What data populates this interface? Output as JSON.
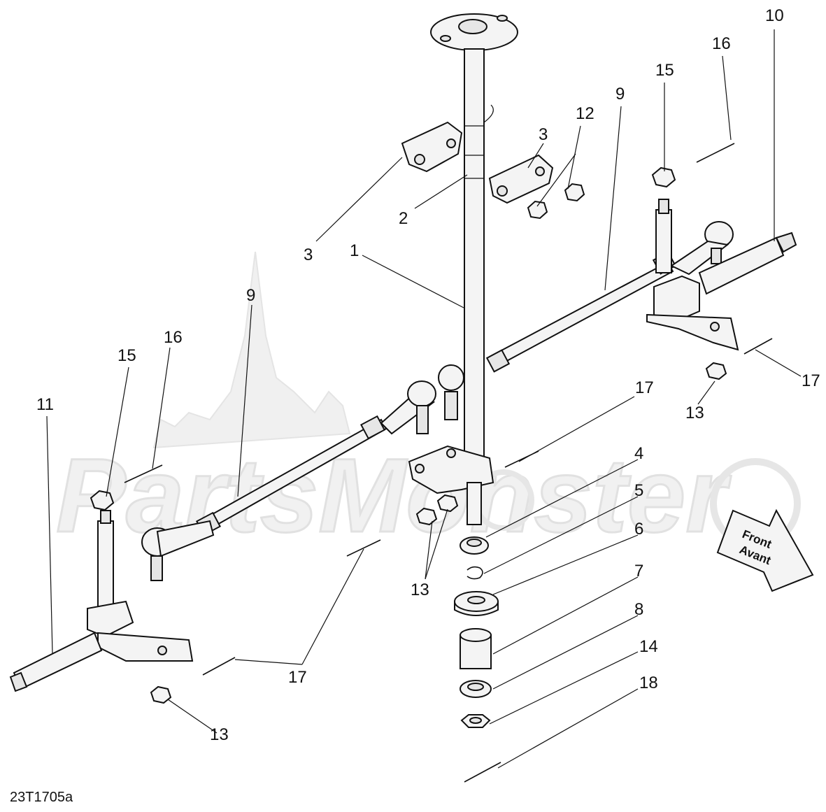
{
  "figure": {
    "caption": "23T1705a",
    "watermark_text": "PartsMonster",
    "arrow": {
      "line1": "Front",
      "line2": "Avant"
    }
  },
  "callouts": {
    "c1": "1",
    "c2": "2",
    "c3a": "3",
    "c3b": "3",
    "c4": "4",
    "c5": "5",
    "c6": "6",
    "c7": "7",
    "c8": "8",
    "c9a": "9",
    "c9b": "9",
    "c10": "10",
    "c11": "11",
    "c12": "12",
    "c13a": "13",
    "c13b": "13",
    "c13c": "13",
    "c14": "14",
    "c15a": "15",
    "c15b": "15",
    "c16a": "16",
    "c16b": "16",
    "c17a": "17",
    "c17b": "17",
    "c17c": "17",
    "c18": "18"
  }
}
